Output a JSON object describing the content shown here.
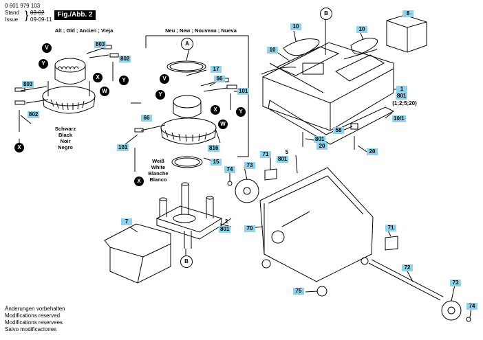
{
  "header": {
    "part_number": "0 601 979 103",
    "stand_label": "Stand",
    "issue_label": "Issue",
    "stand_date_old": "03-02",
    "issue_date": "09-09-11",
    "figure_label": "Fig./Abb. 2"
  },
  "captions": {
    "old": "Alt ; Old ; Ancien ; Vieja",
    "new": "Neu ; New ; Nouveau ; Nueva",
    "black": [
      "Schwarz",
      "Black",
      "Noir",
      "Negro"
    ],
    "white": [
      "Weiß",
      "White",
      "Blanche",
      "Blanco"
    ]
  },
  "footer": [
    "Änderungen vorbehalten",
    "Modifications reserved",
    "Modifications reservees",
    "Salvo modificaciones"
  ],
  "labels": {
    "p803a": "803",
    "p802a": "802",
    "p803b": "803",
    "p802b": "802",
    "p17": "17",
    "p66a": "66",
    "p101a": "101",
    "p66b": "66",
    "p101b": "101",
    "p816": "816",
    "p15": "15",
    "p7": "7",
    "p70": "70",
    "p2_801": "801",
    "p10a": "10",
    "p10b": "10",
    "p10c": "10",
    "p8": "8",
    "p1": "1",
    "p801main": "801",
    "p1note": "(1;2;5;20)",
    "p10_1": "10/1",
    "p58": "58",
    "p801s": "801",
    "p20a": "20",
    "p20b": "20",
    "p71a": "71",
    "p5": "5",
    "p801c": "801",
    "p74a": "74",
    "p73a": "73",
    "p71b": "71",
    "p72": "72",
    "p75": "75",
    "p73b": "73",
    "p74b": "74",
    "p2struck": "2"
  },
  "circles": {
    "V": "V",
    "Y": "Y",
    "X": "X",
    "W": "W",
    "A": "A",
    "B": "B"
  }
}
